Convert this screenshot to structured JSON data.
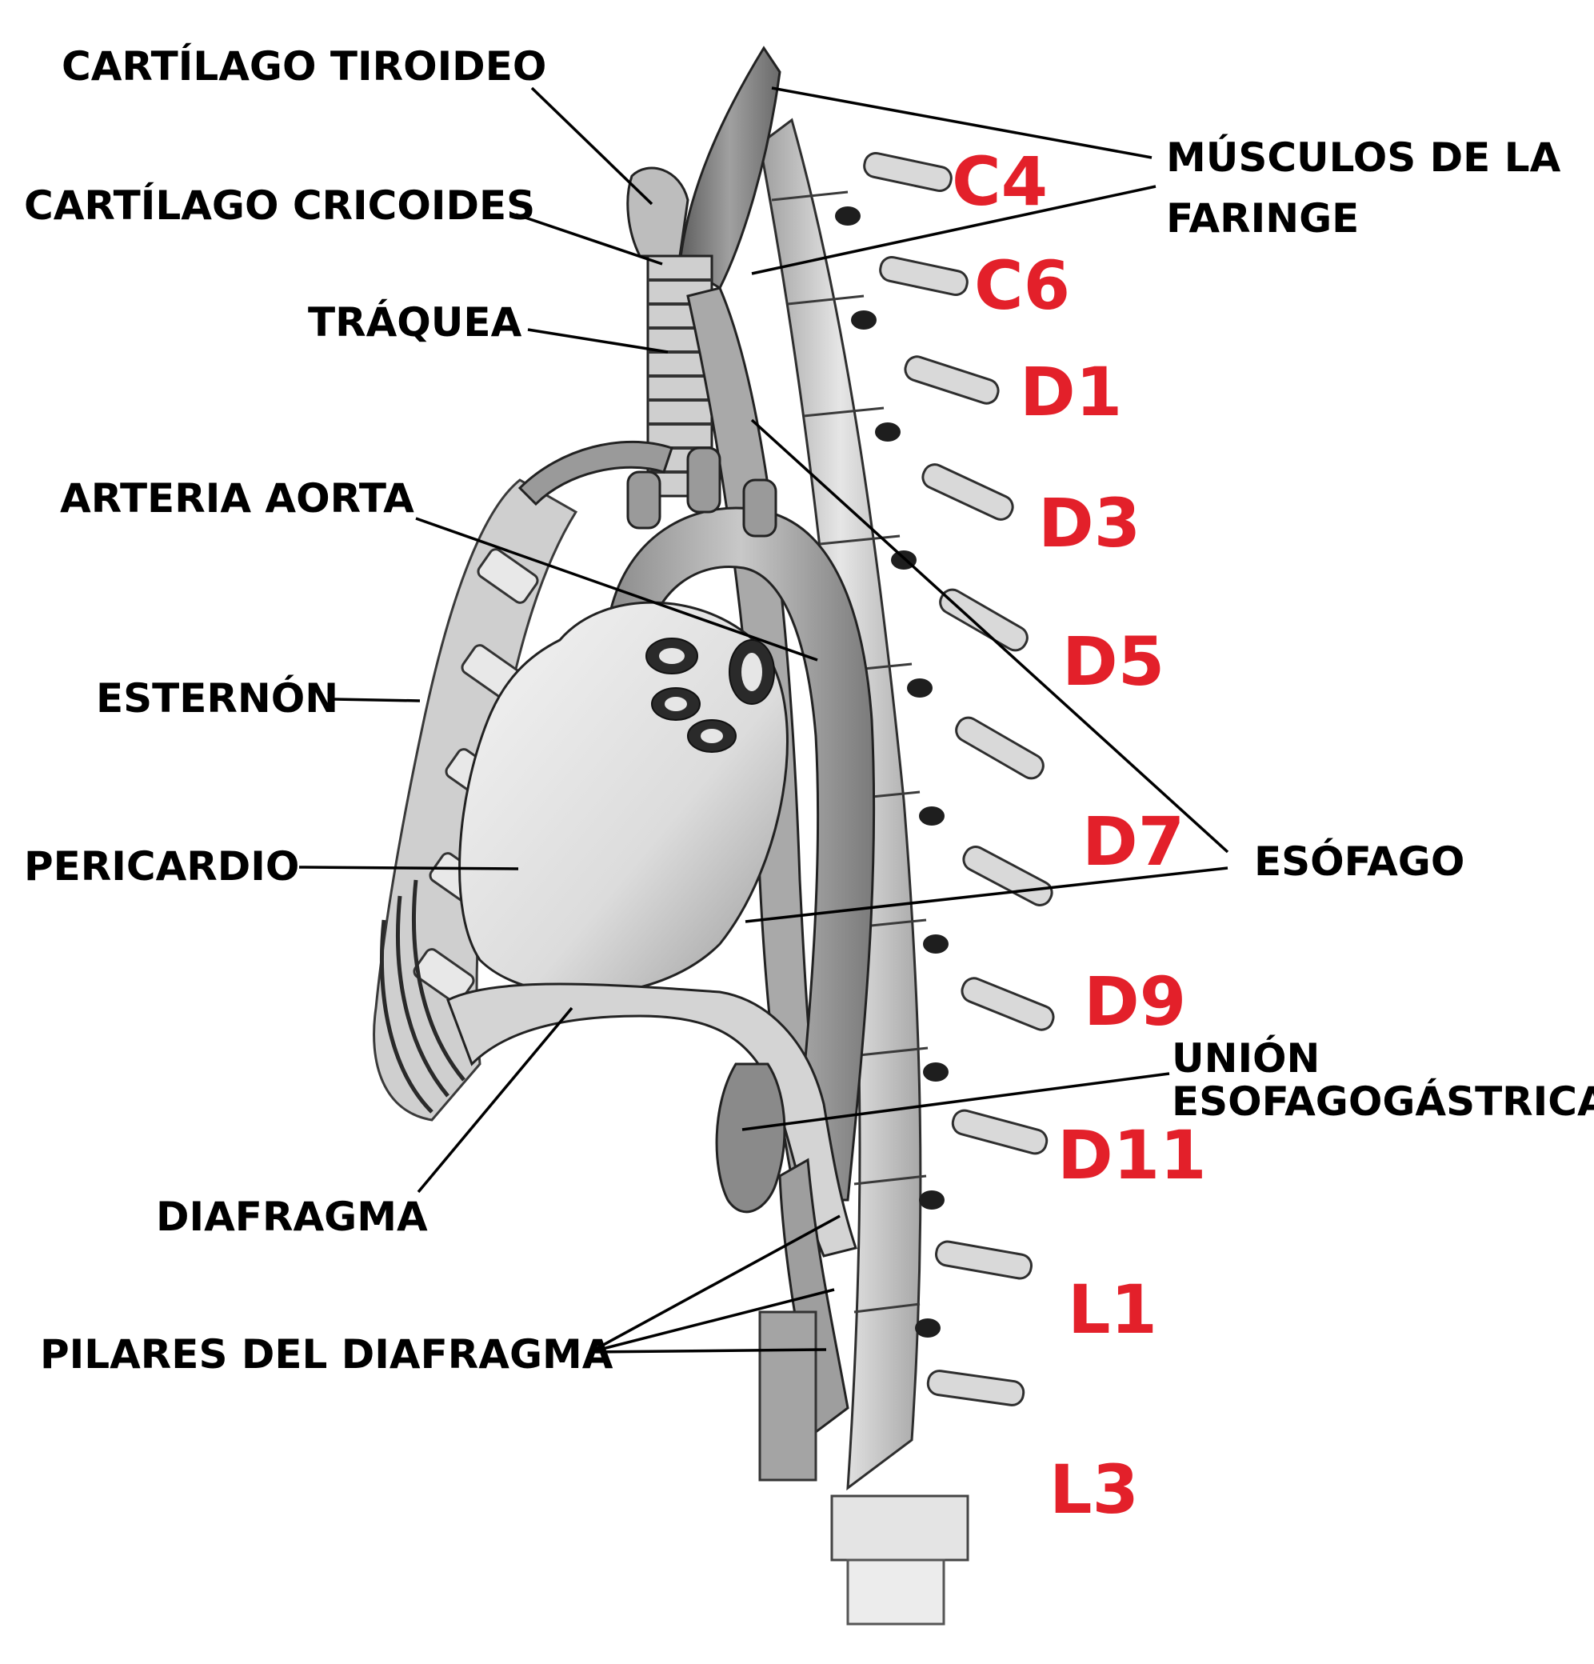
{
  "colors": {
    "label": "#000000",
    "vertebra_label": "#e3202a",
    "leader_line": "#000000"
  },
  "labels": {
    "cartilago_tiroideo": "CARTÍLAGO TIROIDEO",
    "cartilago_cricoides": "CARTÍLAGO CRICOIDES",
    "traquea": "TRÁQUEA",
    "arteria_aorta": "ARTERIA AORTA",
    "esternon": "ESTERNÓN",
    "pericardio": "PERICARDIO",
    "diafragma": "DIAFRAGMA",
    "pilares_del_diafragma": "PILARES DEL DIAFRAGMA",
    "musculos_de_la_faringe_line1": "MÚSCULOS DE LA",
    "musculos_de_la_faringe_line2": "FARINGE",
    "esofago": "ESÓFAGO",
    "union_esofagogastrica_line1": "UNIÓN",
    "union_esofagogastrica_line2": "ESOFAGOGÁSTRICA"
  },
  "vertebrae": {
    "c4": "C4",
    "c6": "C6",
    "d1": "D1",
    "d3": "D3",
    "d5": "D5",
    "d7": "D7",
    "d9": "D9",
    "d11": "D11",
    "l1": "L1",
    "l3": "L3"
  }
}
